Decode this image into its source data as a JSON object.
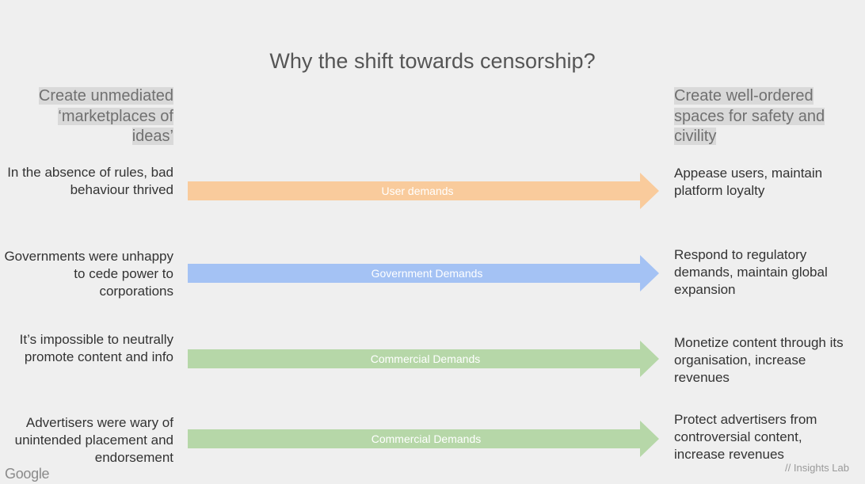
{
  "title": "Why the shift towards censorship?",
  "left_heading": "Create unmediated ‘marketplaces of ideas’",
  "right_heading": "Create well-ordered spaces for safety and civility",
  "rows": [
    {
      "cause": "In the absence of rules, bad behaviour thrived",
      "arrow_label": "User demands",
      "arrow_color": "#f9cb9c",
      "effect": "Appease users, maintain platform loyalty"
    },
    {
      "cause": "Governments were unhappy to cede power to corporations",
      "arrow_label": "Government Demands",
      "arrow_color": "#a4c2f4",
      "effect": "Respond to regulatory demands, maintain global expansion"
    },
    {
      "cause": "It’s impossible to neutrally promote content and info",
      "arrow_label": "Commercial Demands",
      "arrow_color": "#b6d7a8",
      "effect": "Monetize content through its organisation, increase revenues"
    },
    {
      "cause": "Advertisers were wary of unintended placement and endorsement",
      "arrow_label": "Commercial Demands",
      "arrow_color": "#b6d7a8",
      "effect": "Protect advertisers from controversial content, increase revenues"
    }
  ],
  "footer": {
    "logo": "Google",
    "credit": "// Insights Lab"
  }
}
